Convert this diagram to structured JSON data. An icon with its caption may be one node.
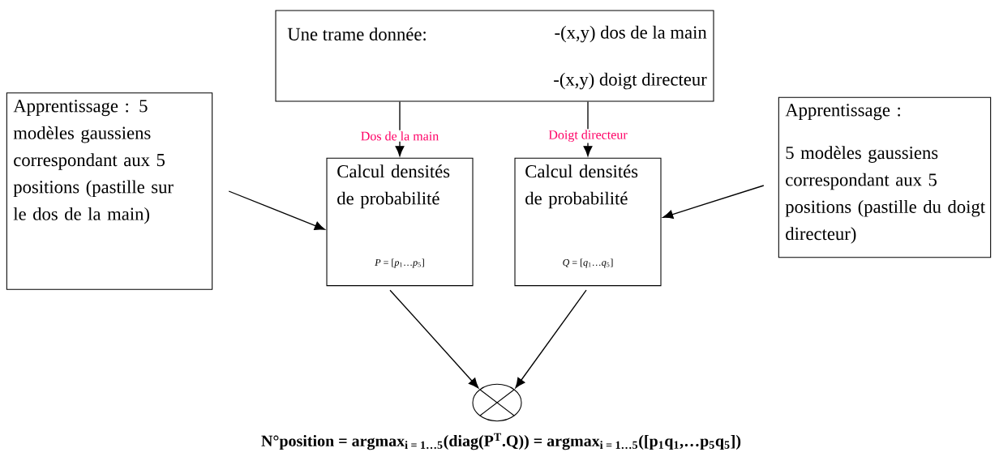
{
  "diagram": {
    "nodes": [
      {
        "text": [
          "Une trame donnée:",
          "-(x,y) dos de la main",
          "-(x,y) doigt directeur"
        ]
      },
      {
        "text": [
          "Apprentissage : 5 modèles gaussiens correspondant aux 5 positions (pastille sur le dos de la main)"
        ]
      },
      {
        "text": [
          "Calcul densités de probabilité",
          "*P* = [*p*$_{1}$…*p*$_{5}$]"
        ]
      },
      {
        "text": [
          "Calcul densités de probabilité",
          "*Q* = [*q*$_{1}$…*q*$_{5}$]"
        ]
      },
      {
        "text": [
          "Apprentissage :",
          "5 modèles gaussiens correspondant aux 5 positions (pastille du doigt directeur)"
        ]
      },
      {
        "text": [],
        "shape": "circle"
      }
    ],
    "edges": [
      {
        "from": 0,
        "to": 2,
        "arrow": "to",
        "label": "Dos de la main"
      },
      {
        "from": 0,
        "to": 3,
        "arrow": "to",
        "label": "Doigt directeur"
      },
      {
        "from": 1,
        "to": 2,
        "arrow": "to"
      },
      {
        "from": 4,
        "to": 3,
        "arrow": "to"
      },
      {
        "from": 2,
        "to": 5,
        "arrow": "to"
      },
      {
        "from": 3,
        "to": 5,
        "arrow": "to"
      }
    ],
    "labels": [
      "N°position = argmax$_{i = 1…5}$(diag(P$^{T}$.Q)) = argmax$_{i = 1…5}$([p$_{1}$q$_{1}$,…p$_{5}$q$_{5}$])"
    ]
  }
}
